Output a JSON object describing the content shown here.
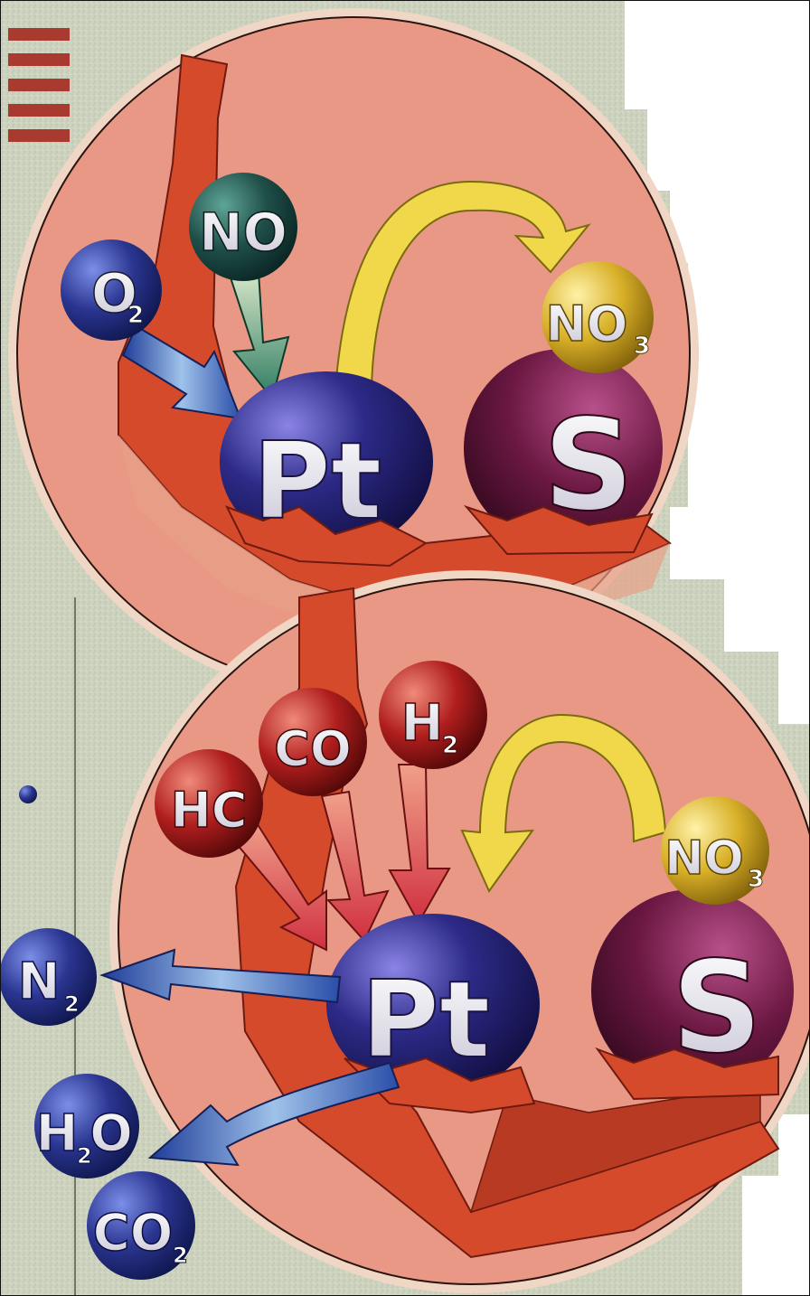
{
  "diagram": {
    "top_panel": {
      "molecules": {
        "o2": "O",
        "o2_sub": "2",
        "no": "NO",
        "no3": "NO",
        "no3_sub": "3"
      },
      "sites": {
        "pt": "Pt",
        "s": "S"
      }
    },
    "bottom_panel": {
      "reactants": {
        "hc": "HC",
        "co": "CO",
        "h2": "H",
        "h2_sub": "2"
      },
      "stored": {
        "no3": "NO",
        "no3_sub": "3"
      },
      "sites": {
        "pt": "Pt",
        "s": "S"
      },
      "products": {
        "n2": "N",
        "n2_sub": "2",
        "h2o_h": "H",
        "h2o_sub": "2",
        "h2o_o": "O",
        "co2": "CO",
        "co2_sub": "2"
      }
    },
    "colors": {
      "background_texture": "#cdd3bf",
      "disc": "#e89884",
      "disc_rim": "#f0d6c4",
      "substrate": "#d64a2c",
      "platinum": "#2c2a86",
      "storage_site": "#6b1842",
      "oxidant": "#2a3590",
      "no_molecule": "#1f4f49",
      "reductant": "#b01e1e",
      "nitrate": "#d8b028",
      "arrow_yellow": "#f0d84a",
      "arrow_blue": "#2f63b8",
      "arrow_red": "#e0504a",
      "arrow_teal": "#4f9a7c"
    }
  }
}
